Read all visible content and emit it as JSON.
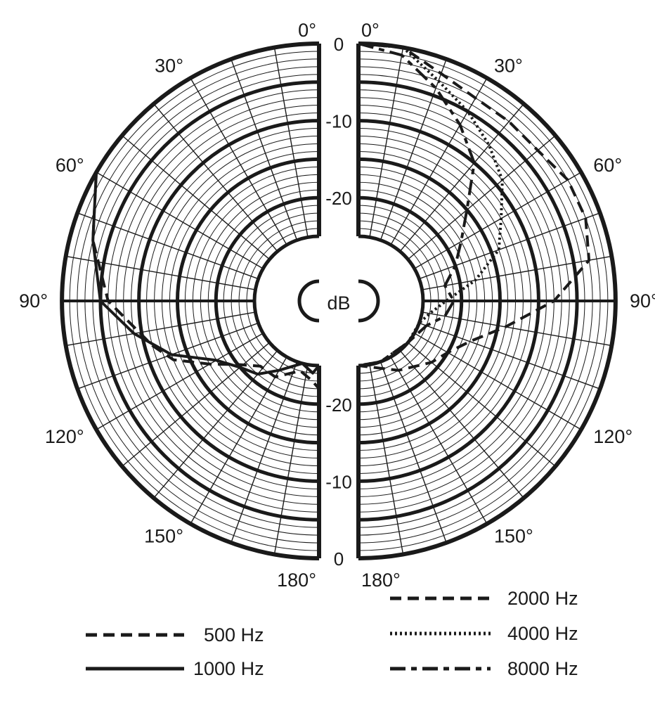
{
  "chart_data": {
    "type": "polar",
    "units_label": "dB",
    "radial_axis": {
      "min": -25,
      "max": 0,
      "tick_labels_top": [
        "0",
        "-10",
        "-20"
      ],
      "tick_labels_bottom": [
        "-20",
        "-10",
        "0"
      ],
      "tick_values": [
        0,
        -10,
        -20
      ]
    },
    "angle_labels_left": [
      "0°",
      "30°",
      "60°",
      "90°",
      "120°",
      "150°",
      "180°"
    ],
    "angle_labels_right": [
      "0°",
      "30°",
      "60°",
      "90°",
      "120°",
      "150°",
      "180°"
    ],
    "left_half_series": [
      "500 Hz",
      "1000 Hz"
    ],
    "right_half_series": [
      "2000 Hz",
      "4000 Hz",
      "8000 Hz"
    ],
    "series": [
      {
        "name": "500 Hz",
        "side": "left",
        "style": "dashed",
        "points": [
          [
            60,
            0
          ],
          [
            75,
            -3
          ],
          [
            90,
            -6
          ],
          [
            105,
            -11
          ],
          [
            112,
            -13
          ],
          [
            120,
            -17
          ],
          [
            128,
            -20
          ],
          [
            138,
            -22
          ],
          [
            150,
            -22
          ],
          [
            165,
            -24
          ],
          [
            175,
            -23
          ],
          [
            180,
            -22
          ]
        ]
      },
      {
        "name": "1000 Hz",
        "side": "left",
        "style": "solid",
        "points": [
          [
            60,
            0
          ],
          [
            75,
            -3
          ],
          [
            90,
            -5
          ],
          [
            100,
            -9
          ],
          [
            110,
            -13
          ],
          [
            120,
            -18
          ],
          [
            130,
            -20
          ],
          [
            140,
            -21
          ],
          [
            150,
            -23
          ],
          [
            165,
            -25
          ],
          [
            175,
            -24
          ],
          [
            180,
            -25
          ]
        ]
      },
      {
        "name": "2000 Hz",
        "side": "right",
        "style": "dashed",
        "points": [
          [
            0,
            0
          ],
          [
            10,
            0
          ],
          [
            20,
            -2
          ],
          [
            30,
            -3
          ],
          [
            40,
            -3
          ],
          [
            50,
            -3
          ],
          [
            60,
            -2
          ],
          [
            70,
            -2
          ],
          [
            80,
            -3
          ],
          [
            90,
            -8
          ],
          [
            100,
            -14
          ],
          [
            110,
            -18
          ],
          [
            120,
            -20
          ],
          [
            130,
            -21
          ],
          [
            150,
            -23
          ],
          [
            180,
            -25
          ]
        ]
      },
      {
        "name": "4000 Hz",
        "side": "right",
        "style": "dotted",
        "points": [
          [
            0,
            0
          ],
          [
            10,
            0
          ],
          [
            20,
            -3
          ],
          [
            30,
            -5
          ],
          [
            40,
            -7
          ],
          [
            50,
            -9
          ],
          [
            60,
            -12
          ],
          [
            70,
            -14
          ],
          [
            80,
            -18
          ],
          [
            90,
            -22
          ],
          [
            100,
            -24
          ],
          [
            110,
            -25
          ],
          [
            130,
            -25
          ],
          [
            160,
            -25
          ],
          [
            180,
            -25
          ]
        ]
      },
      {
        "name": "8000 Hz",
        "side": "right",
        "style": "dash-dot",
        "points": [
          [
            0,
            0
          ],
          [
            10,
            -1
          ],
          [
            20,
            -4
          ],
          [
            30,
            -7
          ],
          [
            40,
            -10
          ],
          [
            50,
            -15
          ],
          [
            60,
            -18
          ],
          [
            70,
            -20
          ],
          [
            80,
            -22
          ],
          [
            90,
            -21
          ],
          [
            100,
            -22
          ],
          [
            110,
            -24
          ],
          [
            130,
            -25
          ],
          [
            160,
            -25
          ],
          [
            180,
            -25
          ]
        ]
      }
    ],
    "legend": {
      "placement": "bottom",
      "entries": [
        {
          "label": "500 Hz",
          "style": "dashed"
        },
        {
          "label": "1000 Hz",
          "style": "solid"
        },
        {
          "label": "2000 Hz",
          "style": "dashed"
        },
        {
          "label": "4000 Hz",
          "style": "dotted"
        },
        {
          "label": "8000 Hz",
          "style": "dash-dot"
        }
      ]
    },
    "grid": true,
    "colors": {
      "ink": "#1a1a1a",
      "background": "#ffffff"
    }
  }
}
